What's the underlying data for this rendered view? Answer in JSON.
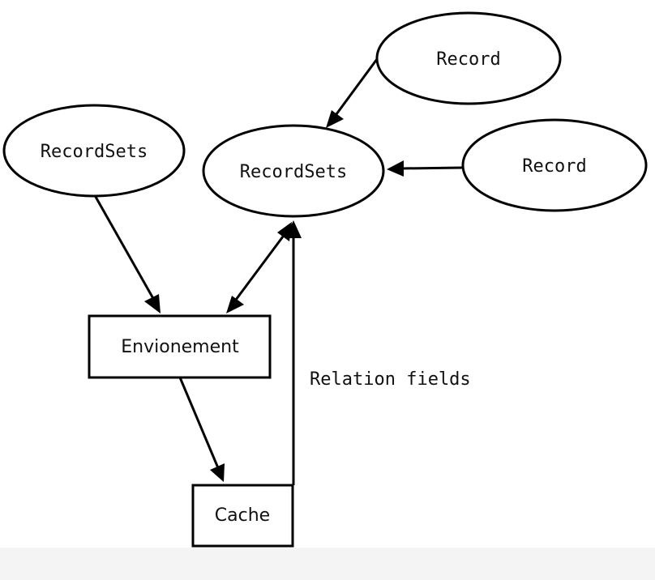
{
  "diagram": {
    "nodes": {
      "recordsets_left": {
        "label": "RecordSets",
        "shape": "ellipse"
      },
      "recordsets_center": {
        "label": "RecordSets",
        "shape": "ellipse"
      },
      "record_top": {
        "label": "Record",
        "shape": "ellipse"
      },
      "record_right": {
        "label": "Record",
        "shape": "ellipse"
      },
      "environment": {
        "label": "Envionement",
        "shape": "rectangle"
      },
      "cache": {
        "label": "Cache",
        "shape": "rectangle"
      }
    },
    "edges": [
      {
        "from": "recordsets_left",
        "to": "environment",
        "label": ""
      },
      {
        "from": "recordsets_center",
        "to": "environment",
        "label": "",
        "bidirectional": true
      },
      {
        "from": "record_top",
        "to": "recordsets_center",
        "label": ""
      },
      {
        "from": "record_right",
        "to": "recordsets_center",
        "label": ""
      },
      {
        "from": "environment",
        "to": "cache",
        "label": ""
      },
      {
        "from": "cache",
        "to": "recordsets_center",
        "label": "Relation fields"
      }
    ],
    "relation_label": "Relation fields"
  },
  "colors": {
    "background": "#f4f4f4",
    "stroke": "#000000",
    "fill": "#ffffff",
    "text": "#111111"
  }
}
